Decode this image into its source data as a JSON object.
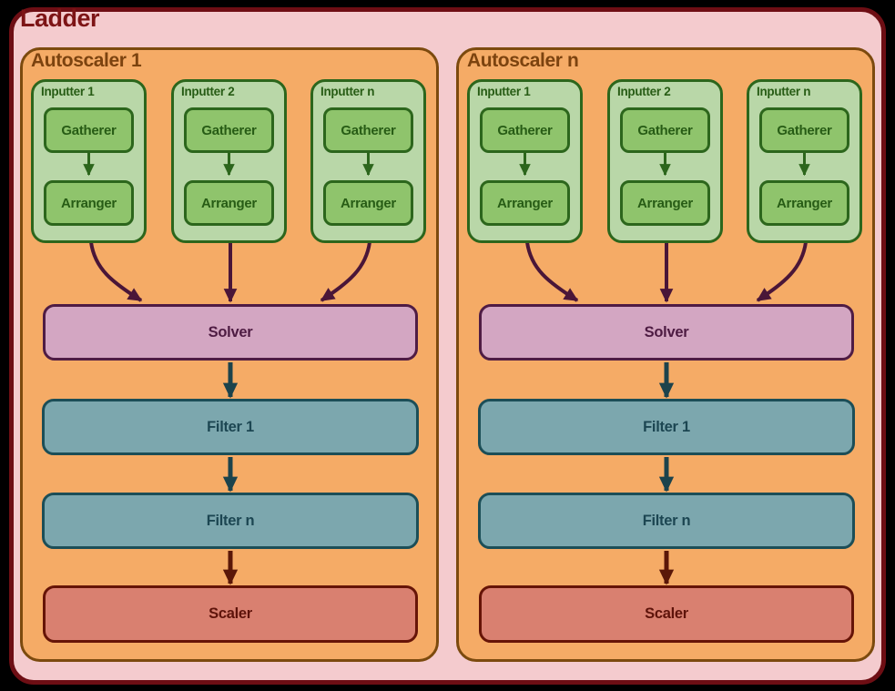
{
  "title": "Ladder",
  "colors": {
    "outer_bg": "#f4cbce",
    "outer_border": "#6e0e14",
    "title_text": "#7d1416",
    "panel_bg": "#f5ab66",
    "panel_border": "#7c4a0e",
    "inputter_bg": "#b9d7a8",
    "inputter_node_bg": "#8fc46c",
    "green_dark": "#2c661c",
    "solver_bg": "#d3a6c2",
    "solver_border": "#4f1c44",
    "arrow_purple": "#4a1638",
    "filter_bg": "#7ca7ae",
    "filter_border": "#1c4e57",
    "arrow_teal": "#1c434c",
    "scaler_bg": "#d98070",
    "scaler_border": "#661407",
    "arrow_maroon": "#5a1708"
  },
  "autoscalers": [
    {
      "label": "Autoscaler 1",
      "inputters": [
        {
          "label": "Inputter 1",
          "gatherer_label": "Gatherer",
          "arranger_label": "Arranger"
        },
        {
          "label": "Inputter 2",
          "gatherer_label": "Gatherer",
          "arranger_label": "Arranger"
        },
        {
          "label": "Inputter n",
          "gatherer_label": "Gatherer",
          "arranger_label": "Arranger"
        }
      ],
      "solver_label": "Solver",
      "filters": [
        "Filter 1",
        "Filter n"
      ],
      "scaler_label": "Scaler"
    },
    {
      "label": "Autoscaler n",
      "inputters": [
        {
          "label": "Inputter 1",
          "gatherer_label": "Gatherer",
          "arranger_label": "Arranger"
        },
        {
          "label": "Inputter 2",
          "gatherer_label": "Gatherer",
          "arranger_label": "Arranger"
        },
        {
          "label": "Inputter n",
          "gatherer_label": "Gatherer",
          "arranger_label": "Arranger"
        }
      ],
      "solver_label": "Solver",
      "filters": [
        "Filter 1",
        "Filter n"
      ],
      "scaler_label": "Scaler"
    }
  ]
}
